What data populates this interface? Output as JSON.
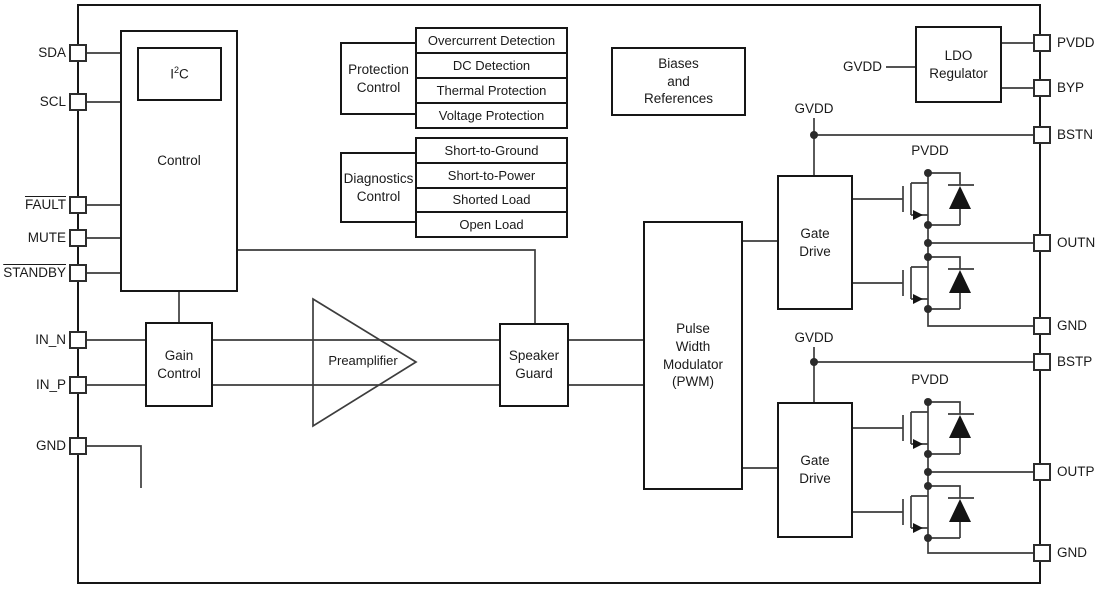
{
  "pins": {
    "left": [
      {
        "label": "SDA",
        "overline": false
      },
      {
        "label": "SCL",
        "overline": false
      },
      {
        "label": "FAULT",
        "overline": true
      },
      {
        "label": "MUTE",
        "overline": false
      },
      {
        "label": "STANDBY",
        "overline": true
      },
      {
        "label": "IN_N",
        "overline": false
      },
      {
        "label": "IN_P",
        "overline": false
      },
      {
        "label": "GND",
        "overline": false
      }
    ],
    "right": [
      "PVDD",
      "BYP",
      "BSTN",
      "OUTN",
      "GND",
      "BSTP",
      "OUTP",
      "GND"
    ]
  },
  "blocks": {
    "control": "Control",
    "i2c": {
      "base": "I",
      "sup": "2",
      "tail": "C"
    },
    "protection_control": "Protection\nControl",
    "diagnostics_control": "Diagnostics\nControl",
    "biases": "Biases\nand\nReferences",
    "ldo": "LDO\nRegulator",
    "gain_control": "Gain\nControl",
    "preamplifier": "Preamplifier",
    "speaker_guard": "Speaker\nGuard",
    "pwm": "Pulse\nWidth\nModulator\n(PWM)",
    "gate_drive_top": "Gate\nDrive",
    "gate_drive_bottom": "Gate\nDrive"
  },
  "protection_items": [
    "Overcurrent Detection",
    "DC Detection",
    "Thermal Protection",
    "Voltage Protection"
  ],
  "diagnostics_items": [
    "Short-to-Ground",
    "Short-to-Power",
    "Shorted Load",
    "Open Load"
  ],
  "net_labels": {
    "gvdd_ldo": "GVDD",
    "gvdd_top": "GVDD",
    "gvdd_bottom": "GVDD",
    "pvdd_top": "PVDD",
    "pvdd_bottom": "PVDD"
  },
  "colors": {
    "wire": "#3d3d3d",
    "border": "#161616",
    "text": "#1a1a1a"
  }
}
